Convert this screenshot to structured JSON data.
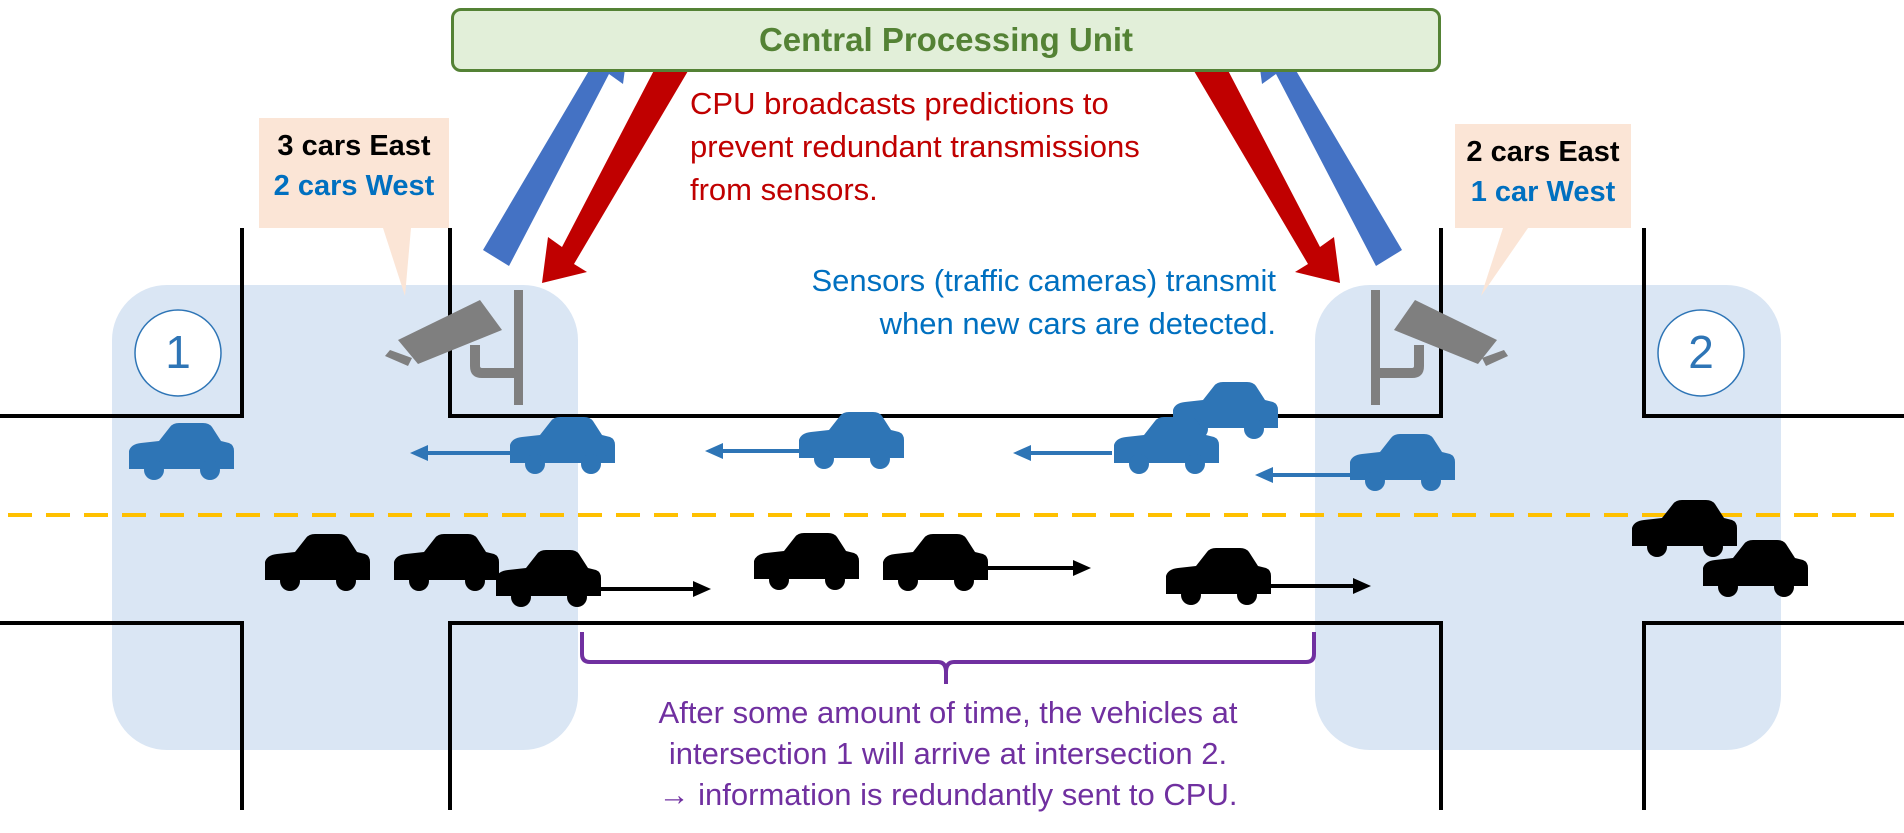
{
  "cpu": {
    "title": "Central Processing Unit"
  },
  "intersections": [
    {
      "number": "1",
      "callout": {
        "east": "3 cars East",
        "west": "2 cars West"
      }
    },
    {
      "number": "2",
      "callout": {
        "east": "2 cars East",
        "west": "1 car West"
      }
    }
  ],
  "annotations": {
    "cpu_broadcast": [
      "CPU broadcasts predictions to",
      "prevent redundant transmissions",
      "from sensors."
    ],
    "sensors_transmit": [
      "Sensors (traffic cameras) transmit",
      "when new cars are detected."
    ],
    "redundancy_note": [
      "After some amount of time, the vehicles at",
      "intersection 1 will arrive at intersection 2.",
      "→ information is redundantly sent to CPU."
    ]
  },
  "colors": {
    "cpu_fill": "#e2efd9",
    "cpu_border": "#548235",
    "upload_arrow": "#4472c4",
    "broadcast_arrow": "#c00000",
    "westbound_car": "#2e75b6",
    "eastbound_car": "#000000",
    "intersection_zone": "#dae6f4",
    "callout_fill": "#fbe5d6",
    "center_line": "#ffc000",
    "brace": "#7030a0",
    "camera": "#7f7f7f"
  },
  "icons": [
    "car-icon",
    "traffic-camera-icon",
    "up-arrow",
    "down-arrow",
    "direction-arrow",
    "curly-brace"
  ]
}
